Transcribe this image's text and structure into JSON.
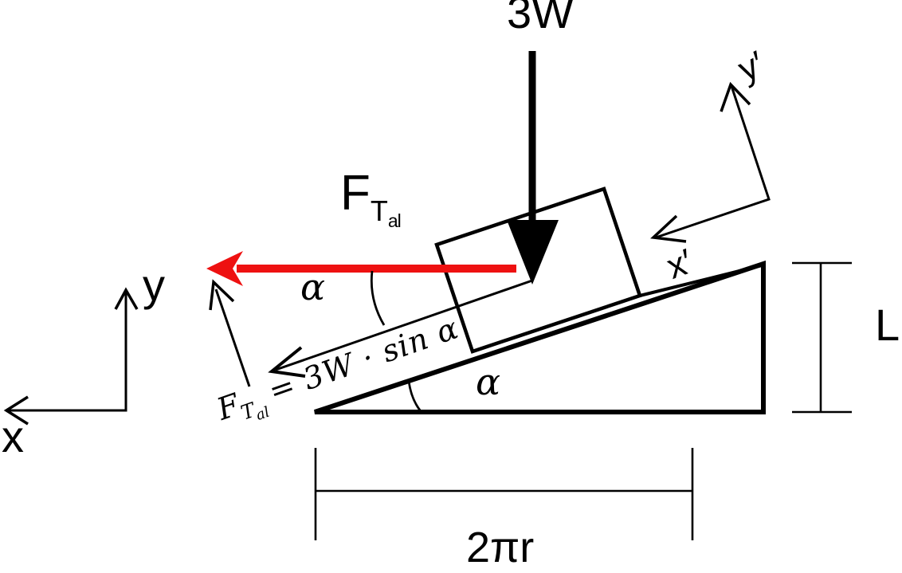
{
  "colors": {
    "ink": "#000000",
    "force_red": "#ee1111",
    "background": "#ffffff"
  },
  "labels": {
    "weight_force": "3W",
    "tension_force": {
      "base": "F",
      "sub": "T",
      "subsub": "al"
    },
    "alpha_upper": "α",
    "alpha_incline": "α",
    "axis_x": "x",
    "axis_y": "y",
    "axis_x_prime": "x′",
    "axis_y_prime": "y′",
    "height_dimension": "L",
    "base_dimension": "2πr",
    "component_equation": {
      "base": "F",
      "sub": "T",
      "subsub": "al",
      "rest": "= 3W · sin α"
    }
  }
}
